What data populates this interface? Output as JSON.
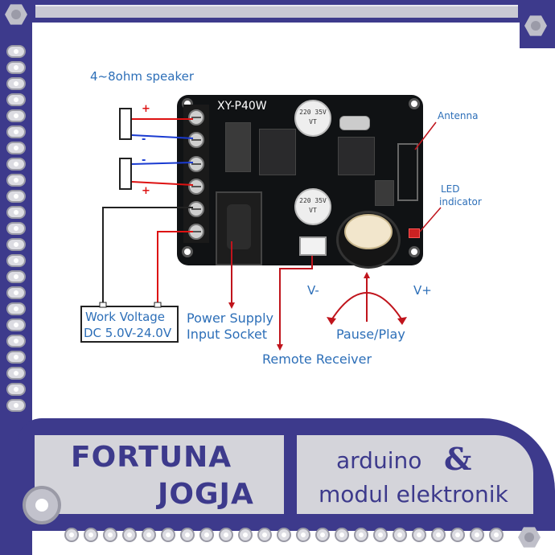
{
  "diagram": {
    "board_title": "XY-P40W",
    "speaker_label": "4~8ohm speaker",
    "antenna_label": "Antenna",
    "led_label_line1": "LED",
    "led_label_line2": "indicator",
    "work_voltage_line1": "Work Voltage",
    "work_voltage_line2": "DC 5.0V-24.0V",
    "power_line1": "Power Supply",
    "power_line2": "Input Socket",
    "remote_label": "Remote Receiver",
    "vminus": "V-",
    "vplus": "V+",
    "pause_play": "Pause/Play",
    "plus1": "+",
    "minus1": "-",
    "minus2": "-",
    "plus2": "+",
    "cap1": "220 35V VT",
    "cap2": "220 35V VT"
  },
  "banner": {
    "brand_line1": "FORTUNA",
    "brand_line2": "JOGJA",
    "tag_line1": "arduino",
    "tag_amp": "&",
    "tag_line2": "modul elektronik"
  },
  "colors": {
    "frame": "#3d3a8c",
    "label_blue": "#2d6fb8",
    "wire_red": "#d11",
    "wire_blue": "#1a3bd1",
    "arrow_red": "#c0141c"
  }
}
